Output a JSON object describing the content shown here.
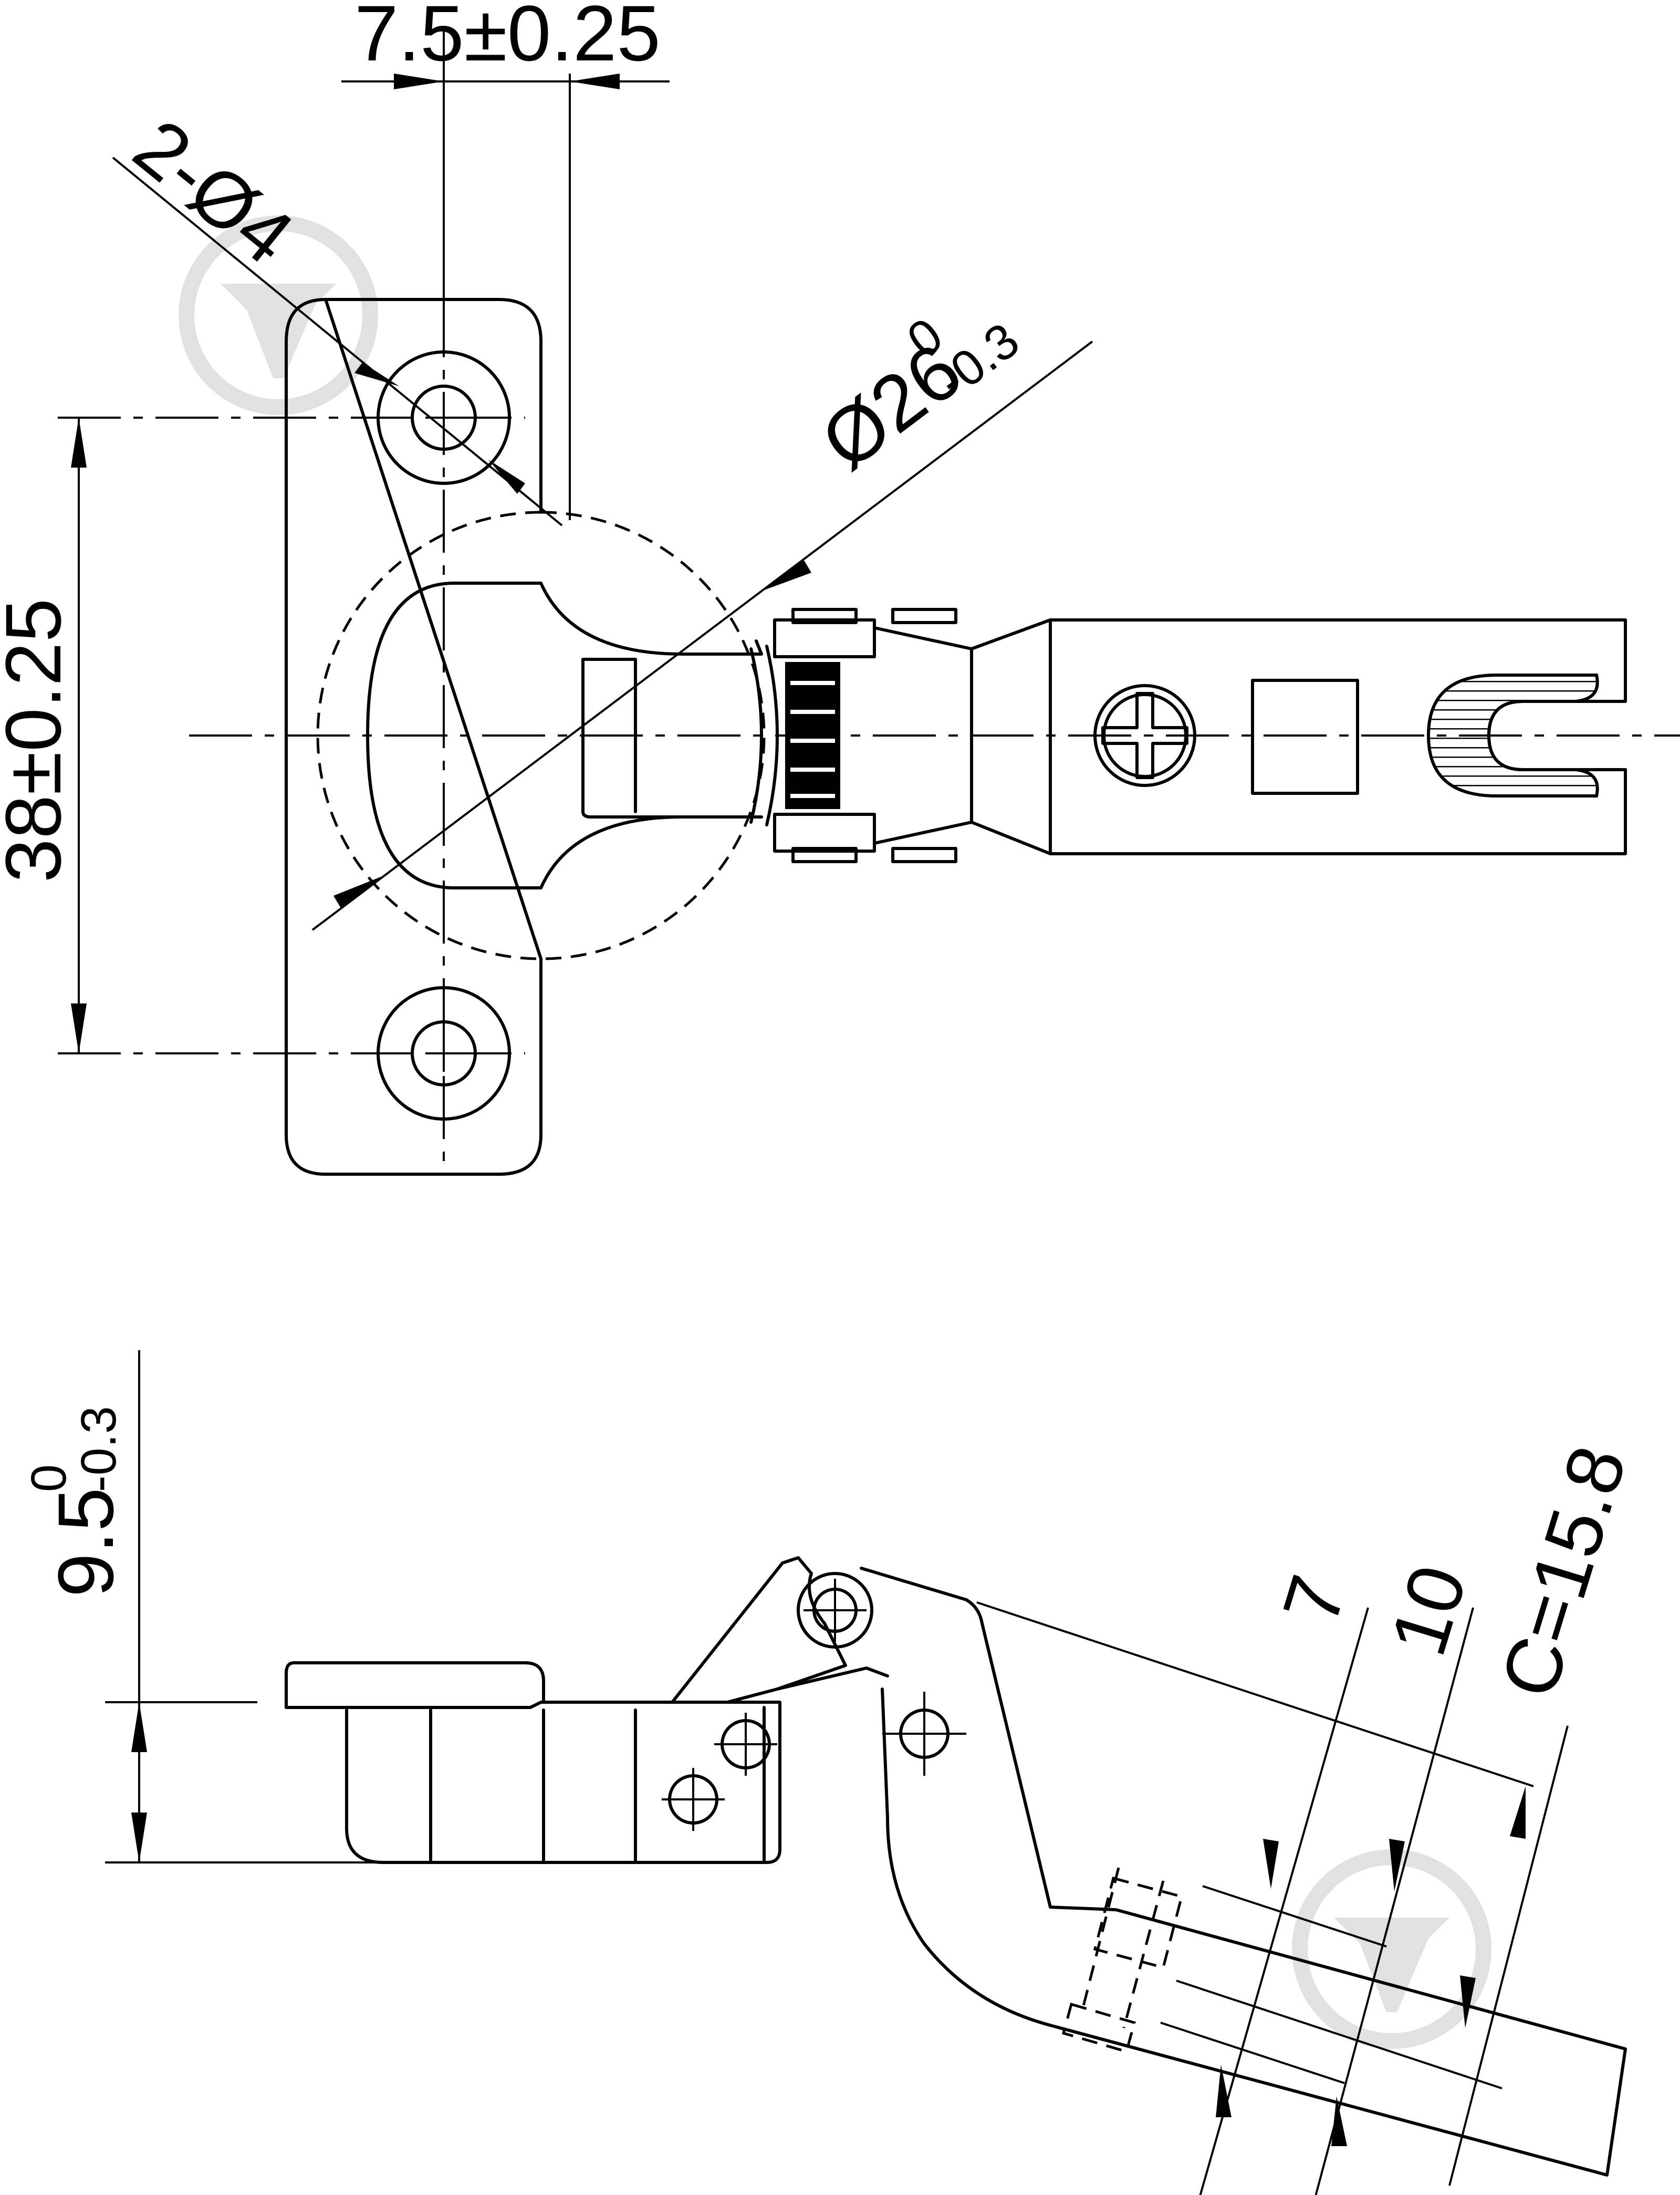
{
  "top_view": {
    "dim_width": "7.5±0.25",
    "dim_holes": "2-Ø4",
    "dim_cup_main": "Ø26",
    "dim_cup_upper": "0",
    "dim_cup_lower": "-0.3",
    "dim_height": "38±0.25"
  },
  "side_view": {
    "dim_depth_main": "9.5",
    "dim_depth_upper": "0",
    "dim_depth_lower": "-0.3",
    "dim_7": "7",
    "dim_10": "10",
    "dim_c": "C=15.8"
  },
  "watermark": {
    "icon": "drop-logo-icon",
    "color": "#c8c8c8"
  }
}
